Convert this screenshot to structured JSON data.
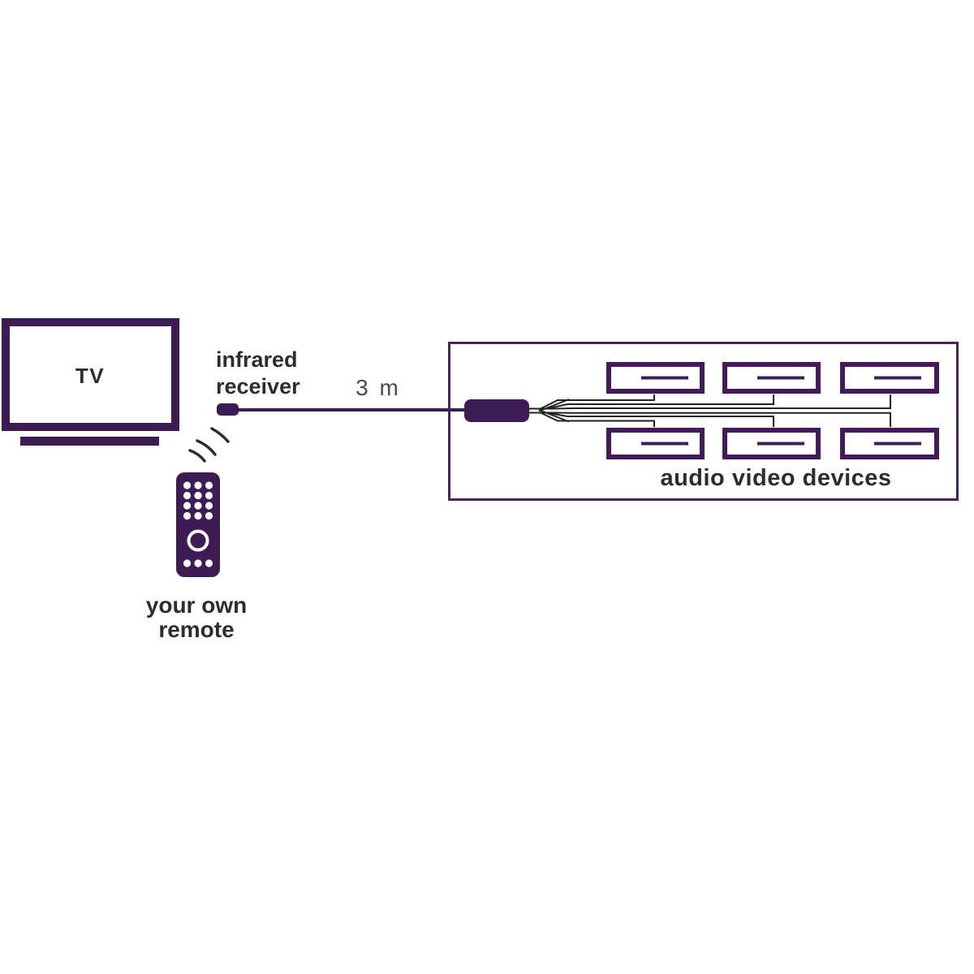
{
  "colors": {
    "brand_purple": "#3d1c54",
    "device_border_purple": "#45195c",
    "box_border_purple": "#4a2165",
    "cable_black": "#222222",
    "label_dark": "#2d2d2d",
    "measure_gray": "#4c4c4c",
    "background": "#ffffff"
  },
  "tv": {
    "label": "TV"
  },
  "infrared_receiver": {
    "label_line1": "infrared",
    "label_line2": "receiver"
  },
  "cable": {
    "length_label": "3 m"
  },
  "remote": {
    "label_line1": "your own",
    "label_line2": "remote"
  },
  "av_devices": {
    "label": "audio video devices",
    "count": 6
  }
}
